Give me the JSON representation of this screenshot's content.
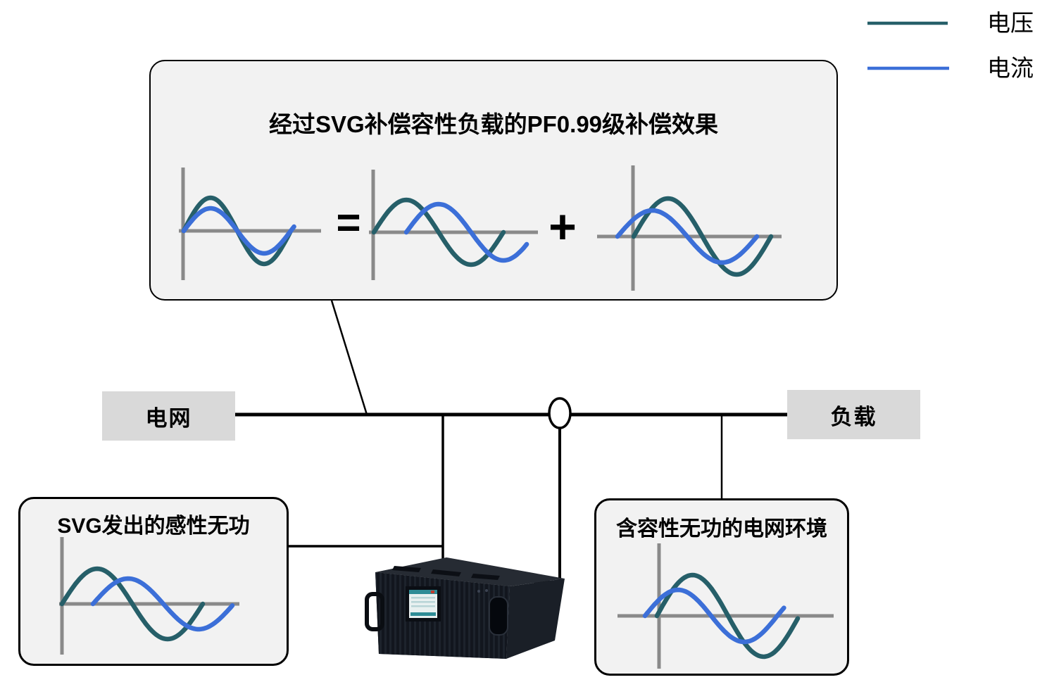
{
  "legend": {
    "voltage_label": "电压",
    "current_label": "电流"
  },
  "top_box": {
    "title": "经过SVG补偿容性负载的PF0.99级补偿效果",
    "equals_sign": "=",
    "plus_sign": "+"
  },
  "nodes": {
    "grid": "电网",
    "load": "负载"
  },
  "left_box": {
    "title": "SVG发出的感性无功"
  },
  "right_box": {
    "title": "含容性无功的电网环境"
  },
  "colors": {
    "voltage": "#265f69",
    "current": "#3c6fd8",
    "axis": "#8a8a8a",
    "connector": "#000000",
    "box_fill": "#f2f2f2",
    "node_fill": "#d9d9d9",
    "text": "#000000"
  },
  "waveforms": {
    "compensated_result": {
      "description": "voltage and current in phase, PF 0.99 compensated result",
      "origin_x": 260,
      "origin_y": 328,
      "axis_top": 238,
      "axis_bottom": 398,
      "axis_left": 254,
      "axis_right": 456,
      "series": [
        {
          "name": "voltage",
          "color": "voltage",
          "start_x": 261,
          "period": 152,
          "amplitude": 47,
          "cycles": 1.0
        },
        {
          "name": "current",
          "color": "current",
          "start_x": 261,
          "period": 152,
          "amplitude": 32,
          "cycles": 1.03
        }
      ]
    },
    "inductive_component": {
      "description": "current lags voltage by 90 degrees (inductive reactive power)",
      "origin_x": 530,
      "origin_y": 330,
      "axis_top": 241,
      "axis_bottom": 398,
      "axis_left": 524,
      "axis_right": 764,
      "series": [
        {
          "name": "voltage",
          "color": "voltage",
          "start_x": 531,
          "period": 184,
          "amplitude": 46,
          "cycles": 1.0
        },
        {
          "name": "current",
          "color": "current",
          "start_x": 577,
          "period": 184,
          "amplitude": 40,
          "cycles": 0.93
        }
      ]
    },
    "capacitive_component": {
      "description": "current leads voltage (capacitive reactive power)",
      "origin_x": 899,
      "origin_y": 336,
      "axis_top": 235,
      "axis_bottom": 413,
      "axis_left": 848,
      "axis_right": 1110,
      "series": [
        {
          "name": "voltage",
          "color": "voltage",
          "start_x": 900,
          "period": 195,
          "amplitude": 54,
          "cycles": 1.0
        },
        {
          "name": "current",
          "color": "current",
          "start_x": 877,
          "period": 198,
          "amplitude": 37,
          "cycles": 1.0
        }
      ]
    },
    "svg_inductive_output": {
      "description": "SVG output: current lags voltage by 90 degrees (inductive)",
      "origin_x": 88,
      "origin_y": 858,
      "axis_top": 763,
      "axis_bottom": 930,
      "axis_left": 84,
      "axis_right": 340,
      "series": [
        {
          "name": "voltage",
          "color": "voltage",
          "start_x": 88,
          "period": 200,
          "amplitude": 50,
          "cycles": 1.0
        },
        {
          "name": "current",
          "color": "current",
          "start_x": 132,
          "period": 200,
          "amplitude": 36,
          "cycles": 0.99
        }
      ]
    },
    "capacitive_grid": {
      "description": "grid environment with capacitive reactive power: current leads voltage",
      "origin_x": 936,
      "origin_y": 875,
      "axis_top": 772,
      "axis_bottom": 950,
      "axis_left": 877,
      "axis_right": 1184,
      "series": [
        {
          "name": "voltage",
          "color": "voltage",
          "start_x": 933,
          "period": 202,
          "amplitude": 58,
          "cycles": 0.99
        },
        {
          "name": "current",
          "color": "current",
          "start_x": 916,
          "period": 188,
          "amplitude": 37,
          "cycles": 1.05
        }
      ]
    }
  }
}
